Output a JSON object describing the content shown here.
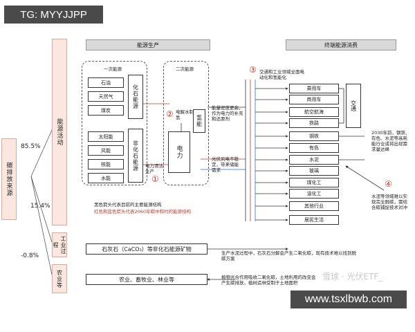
{
  "corner_tag": "TG: MYYJJPP",
  "watermark_url": "www.tsxlbwb.com",
  "watermark_faint": "雪球 · 光伏ETF_",
  "left": {
    "carbon_source": "碳排放来源",
    "pct_energy": "85.5%",
    "pct_industry": "15.4%",
    "pct_agri": "-0.8%",
    "energy_activity": "能源活动",
    "industry_process": "工业过程",
    "agriculture": "农业等"
  },
  "headers": {
    "production": "能源生产",
    "consumption": "终端能源消费"
  },
  "primary": {
    "title": "一次能源",
    "fossil": [
      "石油",
      "天然气",
      "煤炭"
    ],
    "fossil_group": "化石能源",
    "nonfossil": [
      "太阳能",
      "风能",
      "核能",
      "水能"
    ],
    "nonfossil_group": "非化石能源"
  },
  "secondary": {
    "title": "二次能源",
    "electrolysis": "电解水制氢",
    "hydrogen": "氢能",
    "electricity": "电力",
    "power_clean": "电力清洁生产"
  },
  "circled": {
    "one": "①",
    "two": "②",
    "three": "③",
    "four": "④"
  },
  "notes": {
    "density": "能量密度更高，作为电力的补充和还原剂",
    "pv_wind": "光伏风电不稳定，带来储能需求",
    "transport": "交通和工业领域全面电动化和氢能化",
    "steel_2030": "2030年前，钢铁、有色、水泥等高耗能行业或将出现需求量达峰",
    "cement_hard": "水泥等领域难以实现完全脱碳，需结合碳捕捉技术对冲",
    "legend_black": "黑色箭头代表目前的主要能源结构",
    "legend_colored": "红色和蓝色箭头代表2060年碳中和时的能源结构",
    "cement_process": "生产水泥过程中，石灰石分解会产生二氧化碳，现有技术难以找到脱碳方案",
    "plant_absorb": "植物光合作用吸收二氧化碳，土地利用的改变会产生碳排放，植树造林受制于土地面积"
  },
  "transport_group": {
    "label": "交通",
    "items": [
      "乘用车",
      "商用车",
      "航空航海",
      "铁路"
    ]
  },
  "industry_items": [
    "钢铁",
    "有色",
    "水泥",
    "玻璃",
    "煤化工",
    "油化工",
    "其他行业",
    "居民生活"
  ],
  "limestone": "石灰石（CaCO₃）等非化石能源矿物",
  "agri_box": "农业、畜牧业、林业等",
  "colors": {
    "peach": "#fbe7df",
    "header": "#d9d9d9",
    "red": "#c0392b",
    "blue": "#2c6fbf"
  }
}
